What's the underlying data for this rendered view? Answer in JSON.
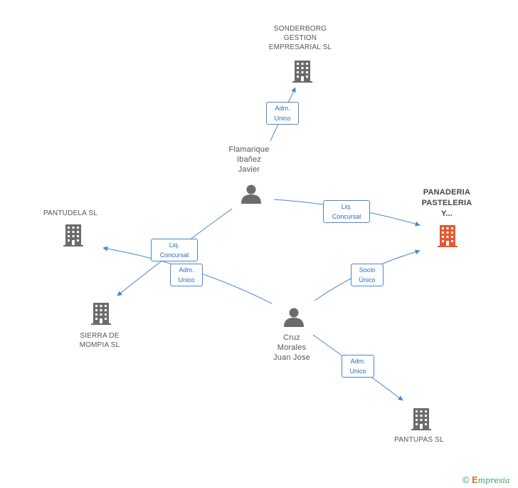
{
  "nodes": {
    "sonderborg": {
      "label": "SONDERBORG\nGESTION\nEMPRESARIAL SL"
    },
    "flamarique": {
      "label": "Flamarique\nIbañez\nJavier"
    },
    "panaderia": {
      "label": "PANADERIA\nPASTELERIA\nY..."
    },
    "pantudela": {
      "label": "PANTUDELA  SL"
    },
    "sierra": {
      "label": "SIERRA DE\nMOMPIA SL"
    },
    "cruz": {
      "label": "Cruz\nMorales\nJuan Jose"
    },
    "pantupas": {
      "label": "PANTUPAS SL"
    }
  },
  "edges": {
    "flamarique_sonderborg": {
      "line1": "Adm.",
      "line2": "Unico"
    },
    "flamarique_panaderia": {
      "line1": "Liq.",
      "line2": "Concursal"
    },
    "flamarique_sierra": {
      "line1": "Liq.",
      "line2": "Concursal"
    },
    "cruz_pantudela": {
      "line1": "Adm.",
      "line2": "Unico"
    },
    "cruz_panaderia": {
      "line1": "Socio",
      "line2": "Único"
    },
    "cruz_pantupas": {
      "line1": "Adm.",
      "line2": "Unico"
    }
  },
  "colors": {
    "edge": "#4a86cf",
    "building": "#6b6b6b",
    "focus_building": "#e8572e",
    "person": "#6b6b6b"
  },
  "footer": {
    "copyright": "©",
    "brand_initial": "E",
    "brand_rest": "mpresia"
  }
}
